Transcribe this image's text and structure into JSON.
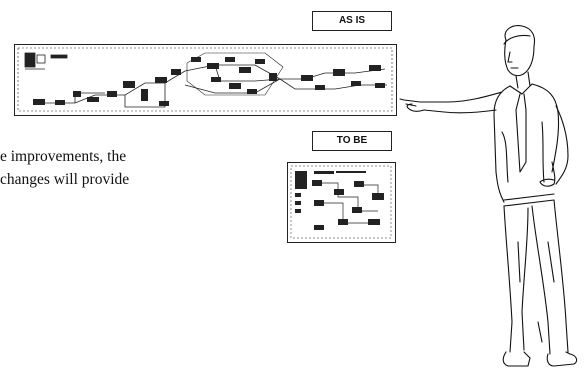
{
  "labels": {
    "as_is": "AS IS",
    "to_be": "TO BE"
  },
  "text": {
    "line1": "e improvements, the",
    "line2": "changes will provide"
  },
  "colors": {
    "ink": "#111111",
    "paper": "#ffffff"
  },
  "figure": {
    "description_icon": "presenter-figure"
  }
}
